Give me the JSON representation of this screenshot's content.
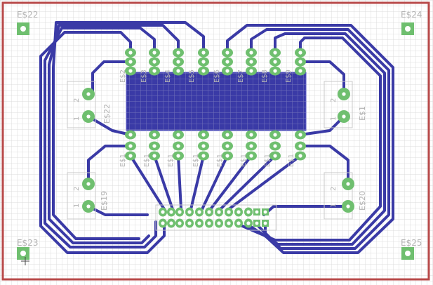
{
  "colors": {
    "background": "#ffffff",
    "grid": "#dcdcdc",
    "outline": "#b84a4a",
    "trace": "#3a3aa6",
    "pad": "#6fbf6f",
    "pad_hole": "#ffffff",
    "silkscreen": "#b4b4b4"
  },
  "board": {
    "corner_labels": {
      "top_left": "E$22",
      "top_right": "E$24",
      "bottom_left": "E$23",
      "bottom_right": "E$25"
    },
    "connector_labels": {
      "left_top": "E$22",
      "right_top": "E$1",
      "left_bottom": "E$19",
      "right_bottom": "E$20"
    },
    "pin_labels": {
      "one": "1",
      "two": "2"
    },
    "header_labels": {
      "top_row": [
        "E$3",
        "E$4",
        "E$5",
        "E$6",
        "E$7",
        "E$8",
        "E$9",
        "E$2"
      ],
      "bottom_row": [
        "E$1",
        "E$1",
        "E$1",
        "E$1",
        "E$1",
        "E$1",
        "E$1",
        "E$1"
      ]
    }
  }
}
